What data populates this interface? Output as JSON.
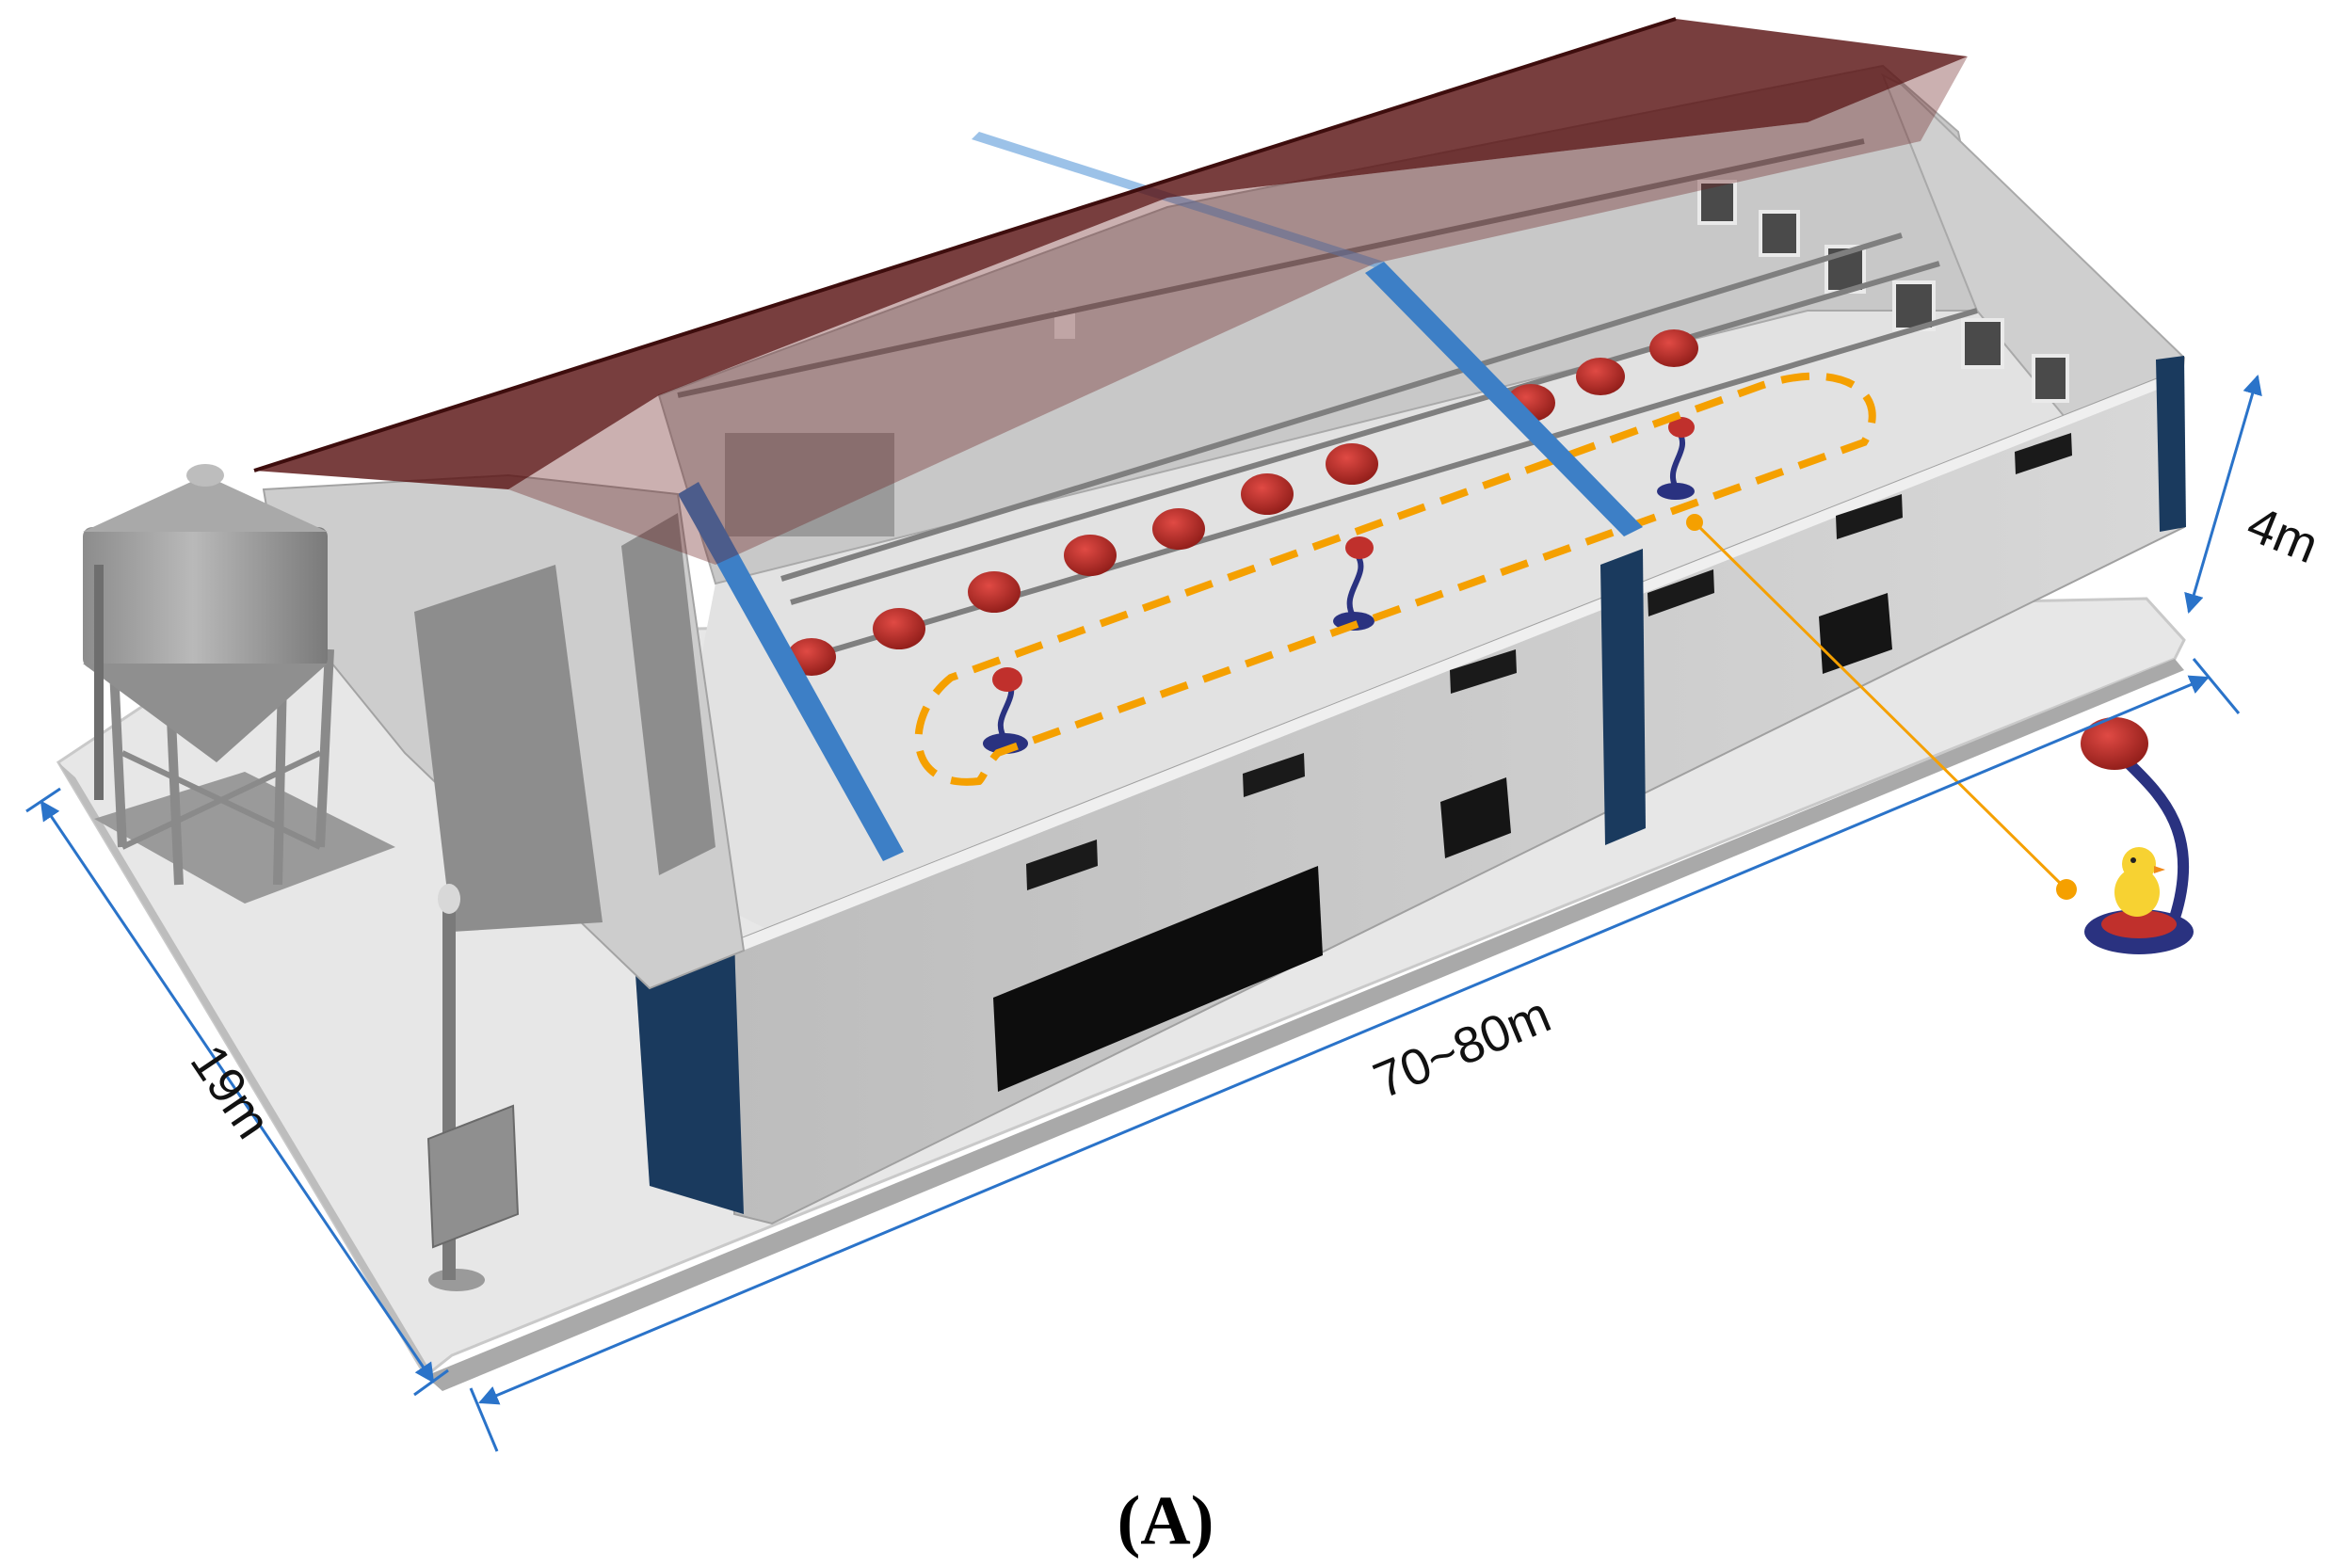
{
  "figure": {
    "caption": "(A)",
    "dimensions": {
      "width": "19m",
      "length": "70~80m",
      "height": "4m"
    }
  },
  "colors": {
    "roof": "#5a1414",
    "wall": "#d2d2d2",
    "floor": "#e6e6e6",
    "pillar_dark": "#1a3a5e",
    "beam_blue": "#3d7fc6",
    "dimension_line": "#2a73c9",
    "highlight_dash": "#f5a000",
    "feeder_red": "#c0302c",
    "feeder_blue": "#2a3280",
    "chick_yellow": "#f7d232"
  },
  "icons": [
    "feed-silo-icon",
    "control-box-icon",
    "ventilation-fan-icon",
    "robot-feeder-icon",
    "chick-icon"
  ]
}
